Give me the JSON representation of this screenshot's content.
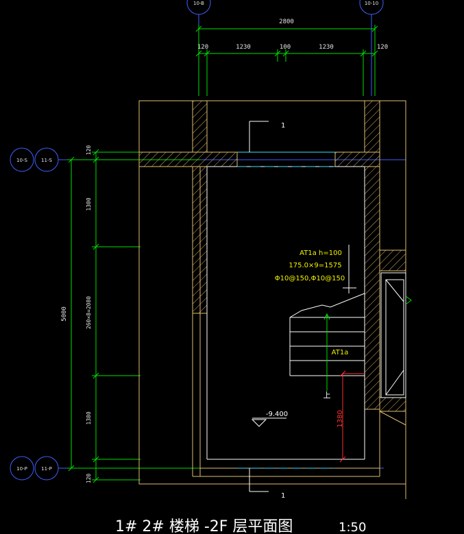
{
  "axes": {
    "top_left": "10-B",
    "top_right": "10-10",
    "left_upper_a": "10-S",
    "left_upper_b": "11-S",
    "left_lower_a": "10-P",
    "left_lower_b": "11-P"
  },
  "dimensions": {
    "top_total": "2800",
    "top_parts": [
      "120",
      "1230",
      "100",
      "1230",
      "120"
    ],
    "left_total": "5000",
    "left_parts": [
      "120",
      "1300",
      "260×8=2080",
      "1380",
      "120"
    ],
    "red_dim": "1380"
  },
  "annotations": {
    "section_top": "1",
    "section_bottom": "1",
    "stair_title": "AT1a h=100",
    "stair_steps": "175.0×9=1575",
    "stair_rebar": "Φ10@150,Φ10@150",
    "stair_label": "AT1a",
    "up_label": "上",
    "elevation": "-9.400"
  },
  "title": {
    "text": "1# 2# 楼梯 -2F 层平面图",
    "scale": "1:50"
  },
  "colors": {
    "background": "#000000",
    "wall": "#e0c070",
    "hatch": "#d8b060",
    "dimension": "#00e000",
    "axis": "#4060ff",
    "text": "#ffffff",
    "annotation": "#f2f200",
    "red": "#ff3030"
  }
}
